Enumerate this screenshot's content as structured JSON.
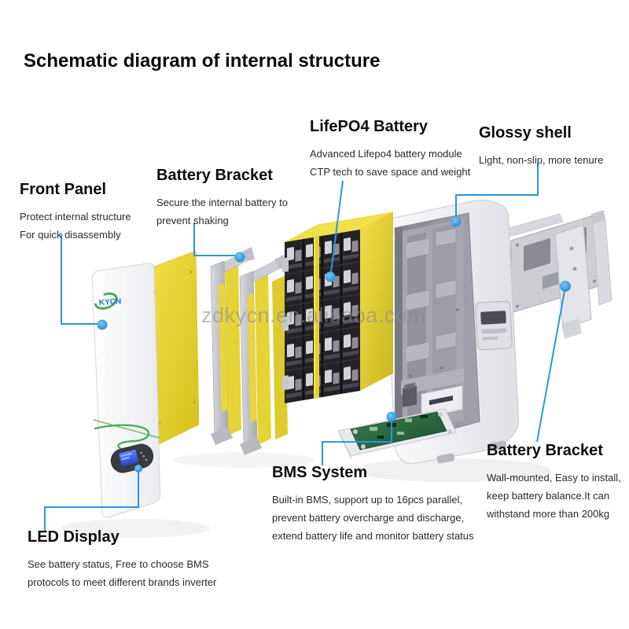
{
  "page": {
    "title": "Schematic diagram of internal structure",
    "watermark": "zdkycn.en.alibaba.com"
  },
  "colors": {
    "accent_blue": "#2e95d8",
    "panel_yellow": "#e9d63a",
    "battery_dark": "#26262b",
    "shell_gray": "#e7e8ec",
    "pcb_green": "#2e6e46",
    "logo_green": "#4caf50",
    "led_screen_blue": "#3c63e8",
    "panel_accent_green": "#53b35f"
  },
  "labels": {
    "front_panel": {
      "heading": "Front Panel",
      "lines": [
        "Protect internal structure",
        "For quick disassembly"
      ]
    },
    "battery_bracket_top": {
      "heading": "Battery Bracket",
      "lines": [
        "Secure the internal battery to",
        "prevent shaking"
      ]
    },
    "lifepo4_battery": {
      "heading": "LifePO4 Battery",
      "lines": [
        "Advanced Lifepo4 battery module",
        "CTP tech to save space and weight"
      ]
    },
    "glossy_shell": {
      "heading": "Glossy shell",
      "lines": [
        "Light, non-slip, more tenure"
      ]
    },
    "bms_system": {
      "heading": "BMS System",
      "lines": [
        "Built-in BMS, support up to 16pcs parallel,",
        "prevent battery overcharge and discharge,",
        "extend battery life and monitor battery status"
      ]
    },
    "battery_bracket_right": {
      "heading": "Battery Bracket",
      "lines": [
        "Wall-mounted, Easy to install,",
        "keep battery balance.It can",
        "withstand more than 200kg"
      ]
    },
    "led_display": {
      "heading": "LED Display",
      "lines": [
        "See battery status, Free to choose BMS",
        "protocols to meet different brands inverter"
      ]
    }
  },
  "diagram": {
    "logo_text": "KYCN"
  }
}
